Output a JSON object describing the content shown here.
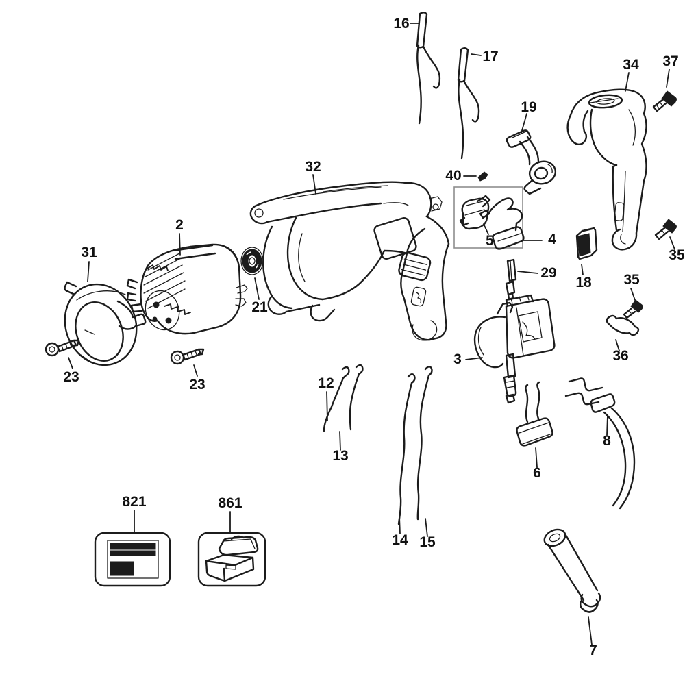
{
  "figure": {
    "kind": "exploded-parts-diagram",
    "background_color": "#ffffff",
    "line_color": "#1c1c1c",
    "group_box_color": "#8d8d8d",
    "labels": [
      {
        "text": "16",
        "part": "lead-wire-16"
      },
      {
        "text": "17",
        "part": "lead-wire-17"
      },
      {
        "text": "19",
        "part": "brush-holder-bracket-19"
      },
      {
        "text": "34",
        "part": "handle-housing-34"
      },
      {
        "text": "37",
        "part": "screw-37"
      },
      {
        "text": "40",
        "part": "screw-40"
      },
      {
        "text": "32",
        "part": "motor-housing-32"
      },
      {
        "text": "2",
        "part": "field-stator-2"
      },
      {
        "text": "31",
        "part": "baffle-ring-31"
      },
      {
        "text": "21",
        "part": "bearing-21"
      },
      {
        "text": "23",
        "part": "screw-23-left"
      },
      {
        "text": "23",
        "part": "screw-23-right"
      },
      {
        "text": "4",
        "part": "brush-kit-group-4"
      },
      {
        "text": "5",
        "part": "connector-5"
      },
      {
        "text": "29",
        "part": "pin-29"
      },
      {
        "text": "18",
        "part": "brush-block-18"
      },
      {
        "text": "35",
        "part": "screw-35-upper"
      },
      {
        "text": "35",
        "part": "screw-35-lower"
      },
      {
        "text": "36",
        "part": "wire-clip-36"
      },
      {
        "text": "3",
        "part": "trigger-switch-3"
      },
      {
        "text": "12",
        "part": "wire-12"
      },
      {
        "text": "13",
        "part": "wire-13"
      },
      {
        "text": "14",
        "part": "wire-14"
      },
      {
        "text": "15",
        "part": "wire-15"
      },
      {
        "text": "6",
        "part": "capacitor-6"
      },
      {
        "text": "8",
        "part": "power-cord-8"
      },
      {
        "text": "821",
        "part": "nameplate-821"
      },
      {
        "text": "861",
        "part": "kitbox-861"
      },
      {
        "text": "7",
        "part": "side-handle-7"
      }
    ]
  }
}
